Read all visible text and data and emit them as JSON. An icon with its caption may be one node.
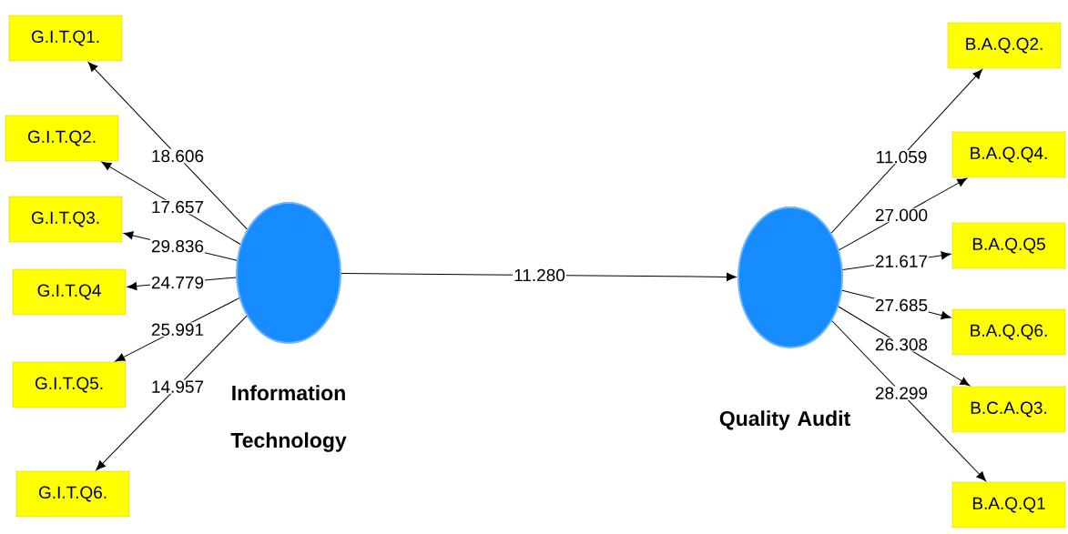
{
  "diagram": {
    "nodes": [
      {
        "text": [
          "G.I.T.Q1."
        ]
      },
      {
        "text": [
          "G.I.T.Q2."
        ]
      },
      {
        "text": [
          "G.I.T.Q3."
        ]
      },
      {
        "text": [
          "G.I.T.Q4"
        ]
      },
      {
        "text": [
          "G.I.T.Q5."
        ]
      },
      {
        "text": [
          "G.I.T.Q6."
        ]
      },
      {
        "text": [
          "Information Technology"
        ]
      },
      {
        "text": [
          "Quality Audit"
        ]
      },
      {
        "text": [
          "B.A.Q.Q2."
        ]
      },
      {
        "text": [
          "B.A.Q.Q4."
        ]
      },
      {
        "text": [
          "B.A.Q.Q5"
        ]
      },
      {
        "text": [
          "B.A.Q.Q6."
        ]
      },
      {
        "text": [
          "B.C.A.Q3."
        ]
      },
      {
        "text": [
          "B.A.Q.Q1"
        ]
      }
    ],
    "edges": [
      {
        "from": 6,
        "to": 0,
        "arrow": "to",
        "label": "18.606"
      },
      {
        "from": 6,
        "to": 1,
        "arrow": "to",
        "label": "17.657"
      },
      {
        "from": 6,
        "to": 2,
        "arrow": "to",
        "label": "29.836"
      },
      {
        "from": 6,
        "to": 3,
        "arrow": "to",
        "label": "24.779"
      },
      {
        "from": 6,
        "to": 4,
        "arrow": "to",
        "label": "25.991"
      },
      {
        "from": 6,
        "to": 5,
        "arrow": "to",
        "label": "14.957"
      },
      {
        "from": 6,
        "to": 7,
        "arrow": "to",
        "label": "11.280"
      },
      {
        "from": 7,
        "to": 8,
        "arrow": "to",
        "label": "11.059"
      },
      {
        "from": 7,
        "to": 9,
        "arrow": "to",
        "label": "27.000"
      },
      {
        "from": 7,
        "to": 10,
        "arrow": "to",
        "label": "21.617"
      },
      {
        "from": 7,
        "to": 11,
        "arrow": "to",
        "label": "27.685"
      },
      {
        "from": 7,
        "to": 12,
        "arrow": "to",
        "label": "26.308"
      },
      {
        "from": 7,
        "to": 13,
        "arrow": "to",
        "label": "28.299"
      }
    ]
  }
}
